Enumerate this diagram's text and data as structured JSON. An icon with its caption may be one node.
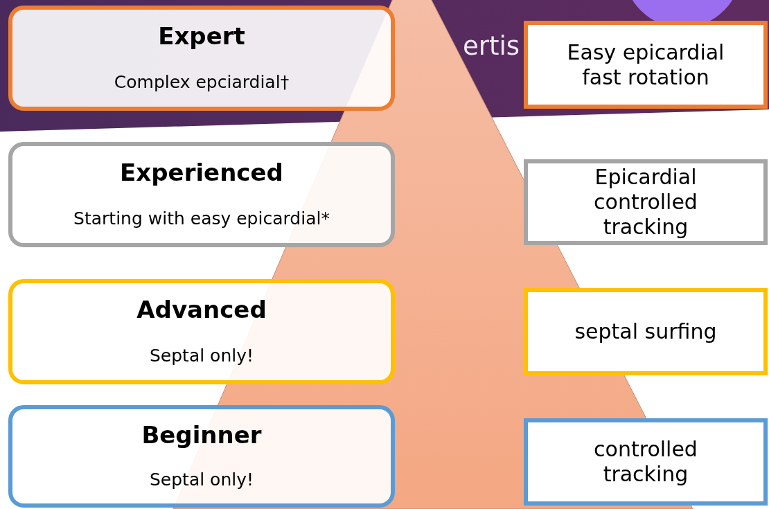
{
  "diagram": {
    "nodes": [
      {
        "text": [
          "Expert",
          "Complex epciardial†"
        ]
      },
      {
        "text": [
          "Easy epicardial fast rotation"
        ]
      },
      {
        "text": [
          "Experienced",
          "Starting with easy epicardial*"
        ]
      },
      {
        "text": [
          "Epicardial controlled tracking"
        ]
      },
      {
        "text": [
          "Advanced",
          "Septal only!"
        ]
      },
      {
        "text": [
          "septal surfing"
        ]
      },
      {
        "text": [
          "Beginner",
          "Septal only!"
        ]
      },
      {
        "text": [
          "controlled tracking"
        ]
      }
    ],
    "labels": [
      "ertis"
    ]
  }
}
